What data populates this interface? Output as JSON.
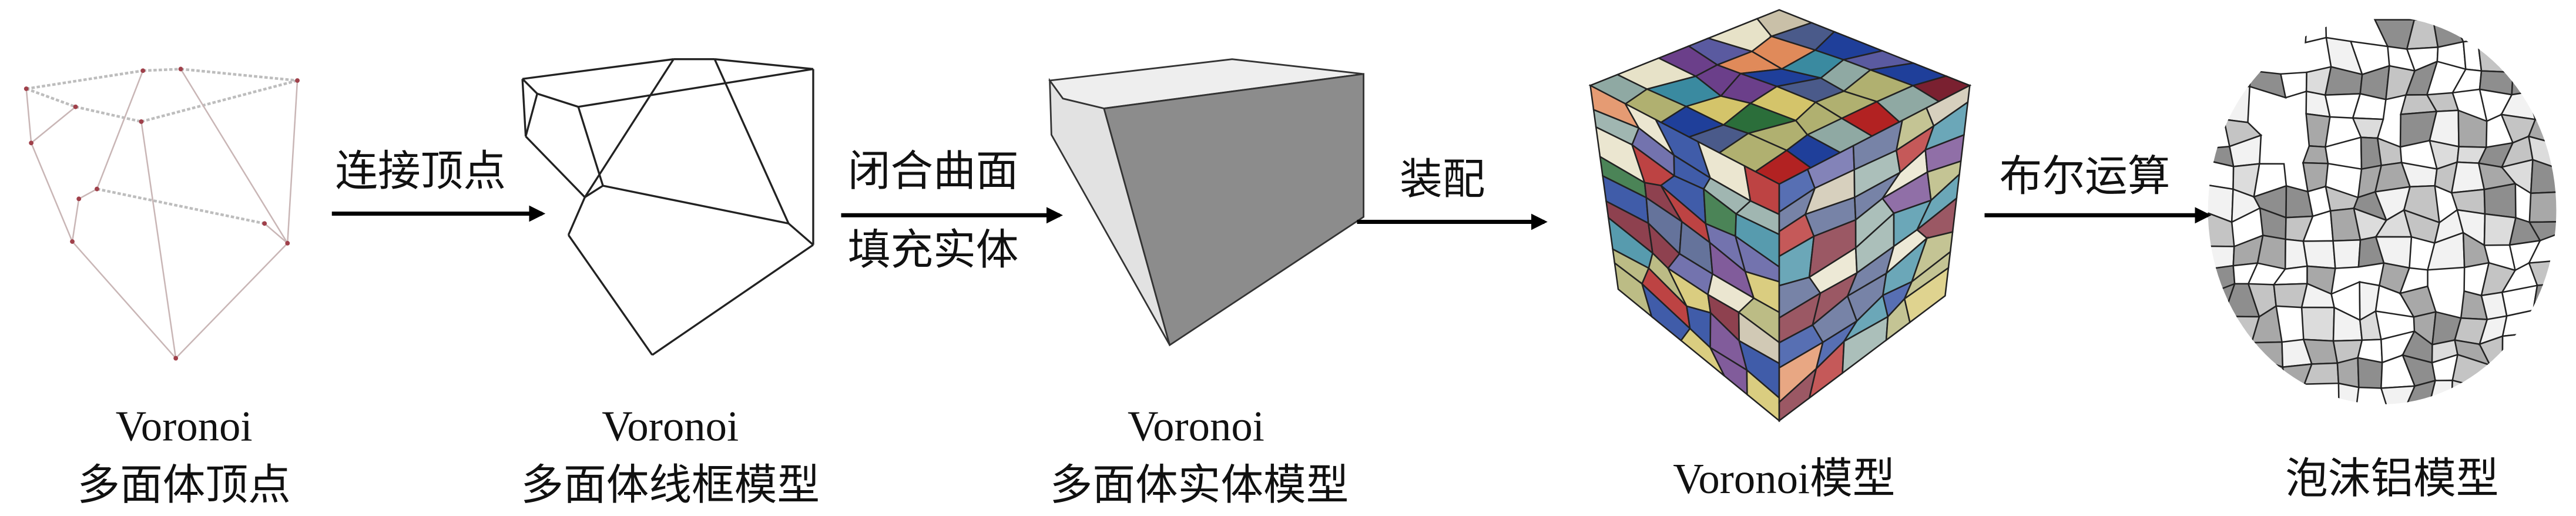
{
  "stages": [
    {
      "title": "Voronoi",
      "subtitle": "多面体顶点"
    },
    {
      "title": "Voronoi",
      "subtitle": "多面体线框模型"
    },
    {
      "title": "Voronoi",
      "subtitle": "多面体实体模型"
    },
    {
      "title": "Voronoi模型"
    },
    {
      "title": "泡沫铝模型"
    }
  ],
  "arrows": [
    {
      "label_top": "连接顶点"
    },
    {
      "label_top": "闭合曲面",
      "label_bottom": "填充实体"
    },
    {
      "label_top": "装配"
    },
    {
      "label_top": "布尔运算"
    }
  ],
  "colors": {
    "cell_palette": [
      "#b22222",
      "#1f3f9a",
      "#d4c46a",
      "#8fa9a3",
      "#e08a5a",
      "#6b3f8a",
      "#2b6e3a",
      "#c9c0a8",
      "#4a5a8a",
      "#e7e2c8",
      "#7a2030",
      "#3a8aa0",
      "#b0b070",
      "#5a5aa0"
    ],
    "foam_palette": [
      "#f2f2f2",
      "#dcdcdc",
      "#c4c4c4",
      "#a8a8a8",
      "#8e8e8e",
      "#ffffff"
    ],
    "solid_light": "#e2e2e2",
    "solid_dark": "#8c8c8c"
  }
}
